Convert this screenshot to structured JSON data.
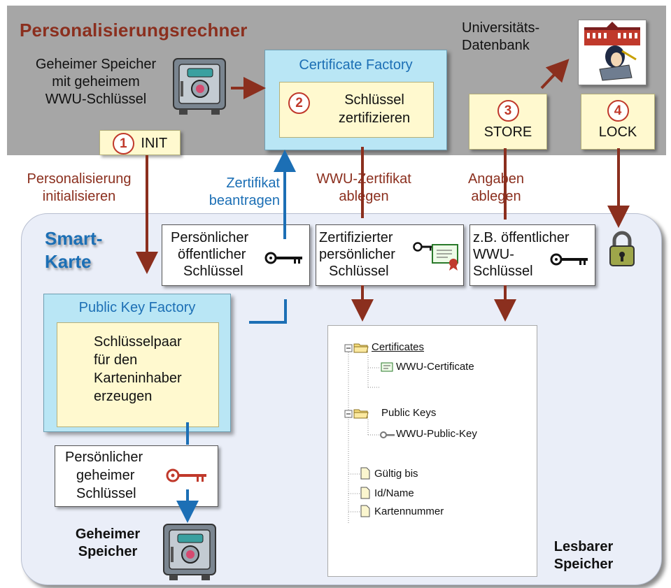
{
  "title": "Personalisierungsrechner",
  "secret_store_top": {
    "line1": "Geheimer Speicher",
    "line2": "mit geheimem",
    "line3": "WWU-Schlüssel"
  },
  "university_db": {
    "line1": "Universitäts-",
    "line2": "Datenbank"
  },
  "cert_factory": {
    "title": "Certificate Factory",
    "step_num": "2",
    "line1": "Schlüssel",
    "line2": "zertifizieren"
  },
  "steps": {
    "init": {
      "num": "1",
      "label": "INIT"
    },
    "store": {
      "num": "3",
      "label": "STORE"
    },
    "lock": {
      "num": "4",
      "label": "LOCK"
    }
  },
  "edge_labels": {
    "init_l1": "Personalisierung",
    "init_l2": "initialisieren",
    "apply_l1": "Zertifikat",
    "apply_l2": "beantragen",
    "deposit_l1": "WWU-Zertifikat",
    "deposit_l2": "ablegen",
    "data_l1": "Angaben",
    "data_l2": "ablegen"
  },
  "smart_card": {
    "line1": "Smart-",
    "line2": "Karte"
  },
  "boxes": {
    "pub_key": {
      "line1": "Persönlicher",
      "line2": "öffentlicher",
      "line3": "Schlüssel"
    },
    "cert_key": {
      "line1": "Zertifizierter",
      "line2": "persönlicher",
      "line3": "Schlüssel"
    },
    "wwu_pub": {
      "line1": "z.B. öffentlicher",
      "line2": "WWU-",
      "line3": "Schlüssel"
    },
    "priv_key": {
      "line1": "Persönlicher",
      "line2": "geheimer",
      "line3": "Schlüssel"
    }
  },
  "pk_factory": {
    "title": "Public Key Factory",
    "line1": "Schlüsselpaar",
    "line2": "für den",
    "line3": "Karteninhaber",
    "line4": "erzeugen"
  },
  "tree": {
    "certificates": "Certificates",
    "wwu_certificate": "WWU-Certificate",
    "public_keys": "Public Keys",
    "wwu_public_key": "WWU-Public-Key",
    "valid_until": "Gültig bis",
    "id_name": "Id/Name",
    "card_number": "Kartennummer"
  },
  "secret_store_bottom": {
    "line1": "Geheimer",
    "line2": "Speicher"
  },
  "readable_store": {
    "line1": "Lesbarer",
    "line2": "Speicher"
  },
  "colors": {
    "rust": "#8b2f1e",
    "blue": "#1c6fb5",
    "gray_band": "#a6a6a6",
    "card_bg": "#eaeef8",
    "yellow": "#fff9cf",
    "cyan": "#b9e6f5"
  }
}
